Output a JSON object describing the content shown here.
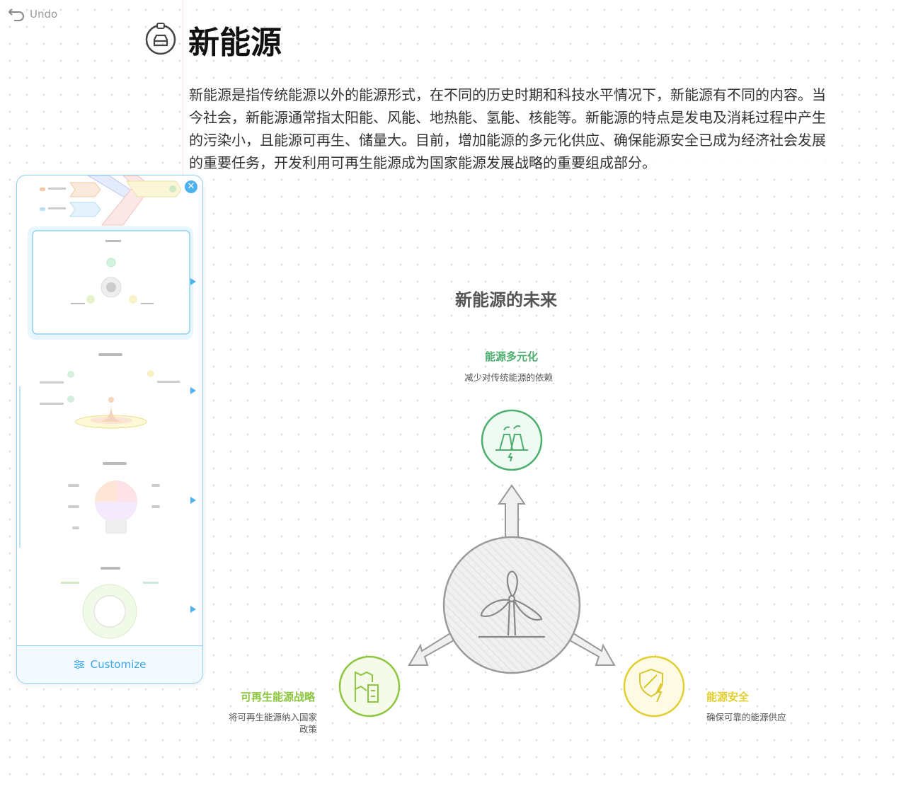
{
  "toolbar": {
    "undo_label": "Undo"
  },
  "header": {
    "title": "新能源",
    "icon": "ev-charging-car-icon"
  },
  "intro": "新能源是指传统能源以外的能源形式，在不同的历史时期和科技水平情况下，新能源有不同的内容。当今社会，新能源通常指太阳能、风能、地热能、氢能、核能等。新能源的特点是发电及消耗过程中产生的污染小，且能源可再生、储量大。目前，增加能源的多元化供应、确保能源安全已成为经济社会发展的重要任务，开发利用可再生能源成为国家能源发展战略的重要组成部分。",
  "panel": {
    "customize_label": "Customize",
    "close_icon": "close-icon"
  },
  "diagram": {
    "title": "新能源的未来",
    "nodes": [
      {
        "title": "能源多元化",
        "desc": "减少对传统能源的依赖",
        "color": "#4caf6e",
        "icon": "power-plant-icon"
      },
      {
        "title": "可再生能源战略",
        "desc": "将可再生能源纳入国家政策",
        "color": "#8cc63f",
        "icon": "map-document-icon"
      },
      {
        "title": "能源安全",
        "desc": "确保可靠的能源供应",
        "color": "#e2cf2e",
        "icon": "shield-lightning-icon"
      }
    ],
    "center_icon": "wind-turbine-icon"
  }
}
